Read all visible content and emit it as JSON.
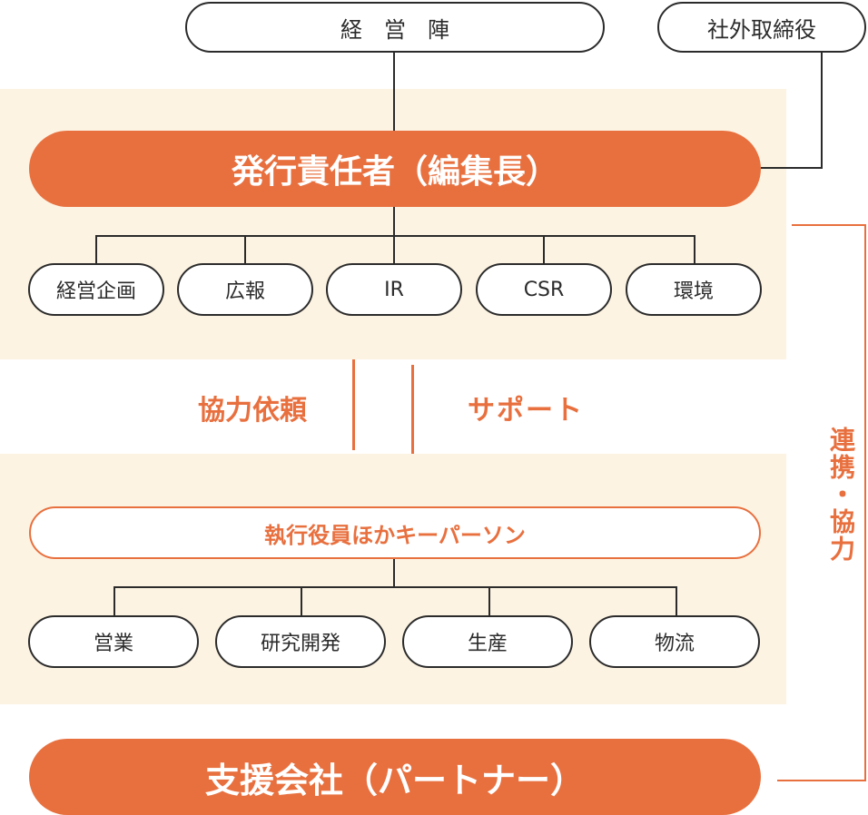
{
  "colors": {
    "accent": "#e8703f",
    "panel": "#fdf3e2",
    "outline": "#2b2b2b"
  },
  "top": {
    "management": "経　営　陣",
    "outside_directors": "社外取締役"
  },
  "publisher": {
    "title": "発行責任者（編集長）",
    "departments": [
      "経営企画",
      "広報",
      "IR",
      "CSR",
      "環境"
    ]
  },
  "relations": {
    "request": "協力依頼",
    "support": "サポート",
    "cooperation": "連携・協力"
  },
  "executives": {
    "title": "執行役員ほかキーパーソン",
    "divisions": [
      "営業",
      "研究開発",
      "生産",
      "物流"
    ]
  },
  "partners": {
    "title": "支援会社（パートナー）"
  }
}
